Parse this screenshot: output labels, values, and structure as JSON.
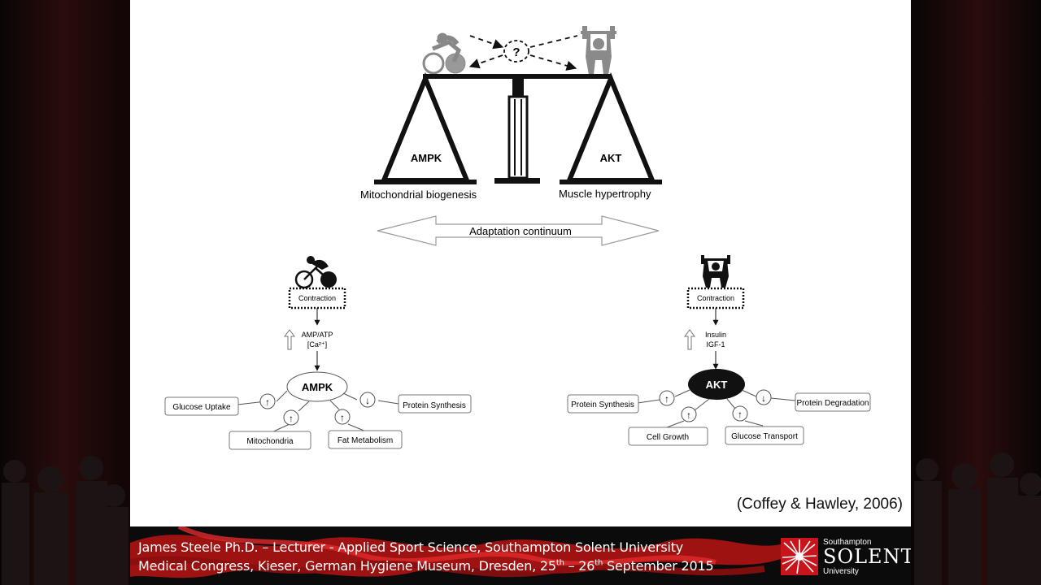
{
  "diagram": {
    "question_mark": "?",
    "left_base_label": "AMPK",
    "right_base_label": "AKT",
    "left_caption": "Mitochondrial biogenesis",
    "right_caption": "Muscle hypertrophy",
    "continuum_label": "Adaptation continuum",
    "left_pathway": {
      "trigger": "Contraction",
      "signal_line1": "AMP/ATP",
      "signal_line2": "[Ca²⁺]",
      "hub": "AMPK",
      "outcomes": [
        {
          "label": "Glucose Uptake",
          "arrow": "↑"
        },
        {
          "label": "Protein Synthesis",
          "arrow": "↓"
        },
        {
          "label": "Mitochondria",
          "arrow": "↑"
        },
        {
          "label": "Fat Metabolism",
          "arrow": "↑"
        }
      ]
    },
    "right_pathway": {
      "trigger": "Contraction",
      "signal_line1": "Insulin",
      "signal_line2": "IGF-1",
      "hub": "AKT",
      "outcomes": [
        {
          "label": "Protein Synthesis",
          "arrow": "↑"
        },
        {
          "label": "Protein Degradation",
          "arrow": "↓"
        },
        {
          "label": "Cell Growth",
          "arrow": "↑"
        },
        {
          "label": "Glucose Transport",
          "arrow": "↑"
        }
      ]
    }
  },
  "citation": "(Coffey & Hawley, 2006)",
  "footer": {
    "line1": "James Steele Ph.D. – Lecturer - Applied Sport Science, Southampton Solent University",
    "line2_a": "Medical Congress, Kieser,  German Hygiene Museum, Dresden, 25",
    "line2_sup1": "th",
    "line2_b": " – 26",
    "line2_sup2": "th",
    "line2_c": " September 2015"
  },
  "logo": {
    "line1": "Southampton",
    "line2": "SOLENT",
    "line3": "University"
  },
  "colors": {
    "slide_bg": "#ffffff",
    "footer_bg": "#0b0b0b",
    "footer_accent": "#d42020",
    "hub_dark": "#111111"
  }
}
